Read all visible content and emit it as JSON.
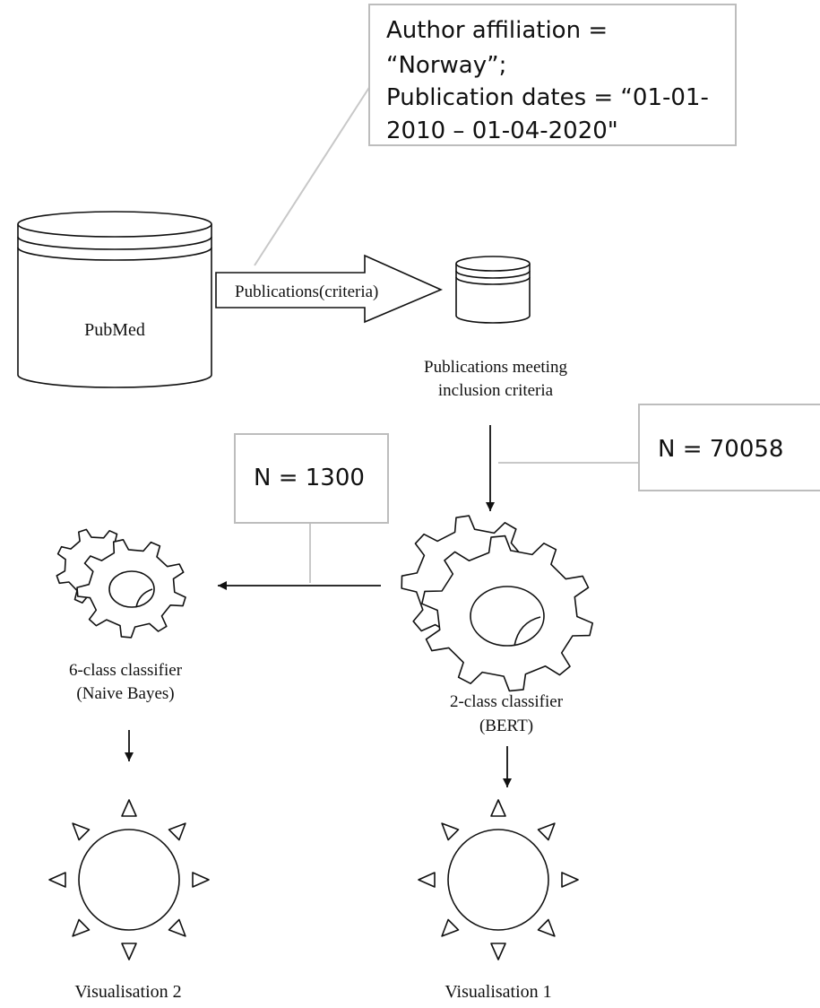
{
  "criteria_box": {
    "lines": [
      "Author affiliation =",
      "“Norway”;",
      "Publication dates = “01-01-",
      "2010 – 01-04-2020\""
    ]
  },
  "pubmed": {
    "label": "PubMed"
  },
  "big_arrow": {
    "label": "Publications(criteria)"
  },
  "filtered_db": {
    "caption_line1": "Publications meeting",
    "caption_line2": "inclusion criteria"
  },
  "count_right": {
    "label": "N = 70058"
  },
  "count_left": {
    "label": "N = 1300"
  },
  "six_class": {
    "caption_line1": "6-class classifier",
    "caption_line2": "(Naive Bayes)"
  },
  "two_class": {
    "caption_line1": "2-class classifier",
    "caption_line2": "(BERT)"
  },
  "vis2": {
    "label": "Visualisation 2"
  },
  "vis1": {
    "label": "Visualisation 1"
  }
}
